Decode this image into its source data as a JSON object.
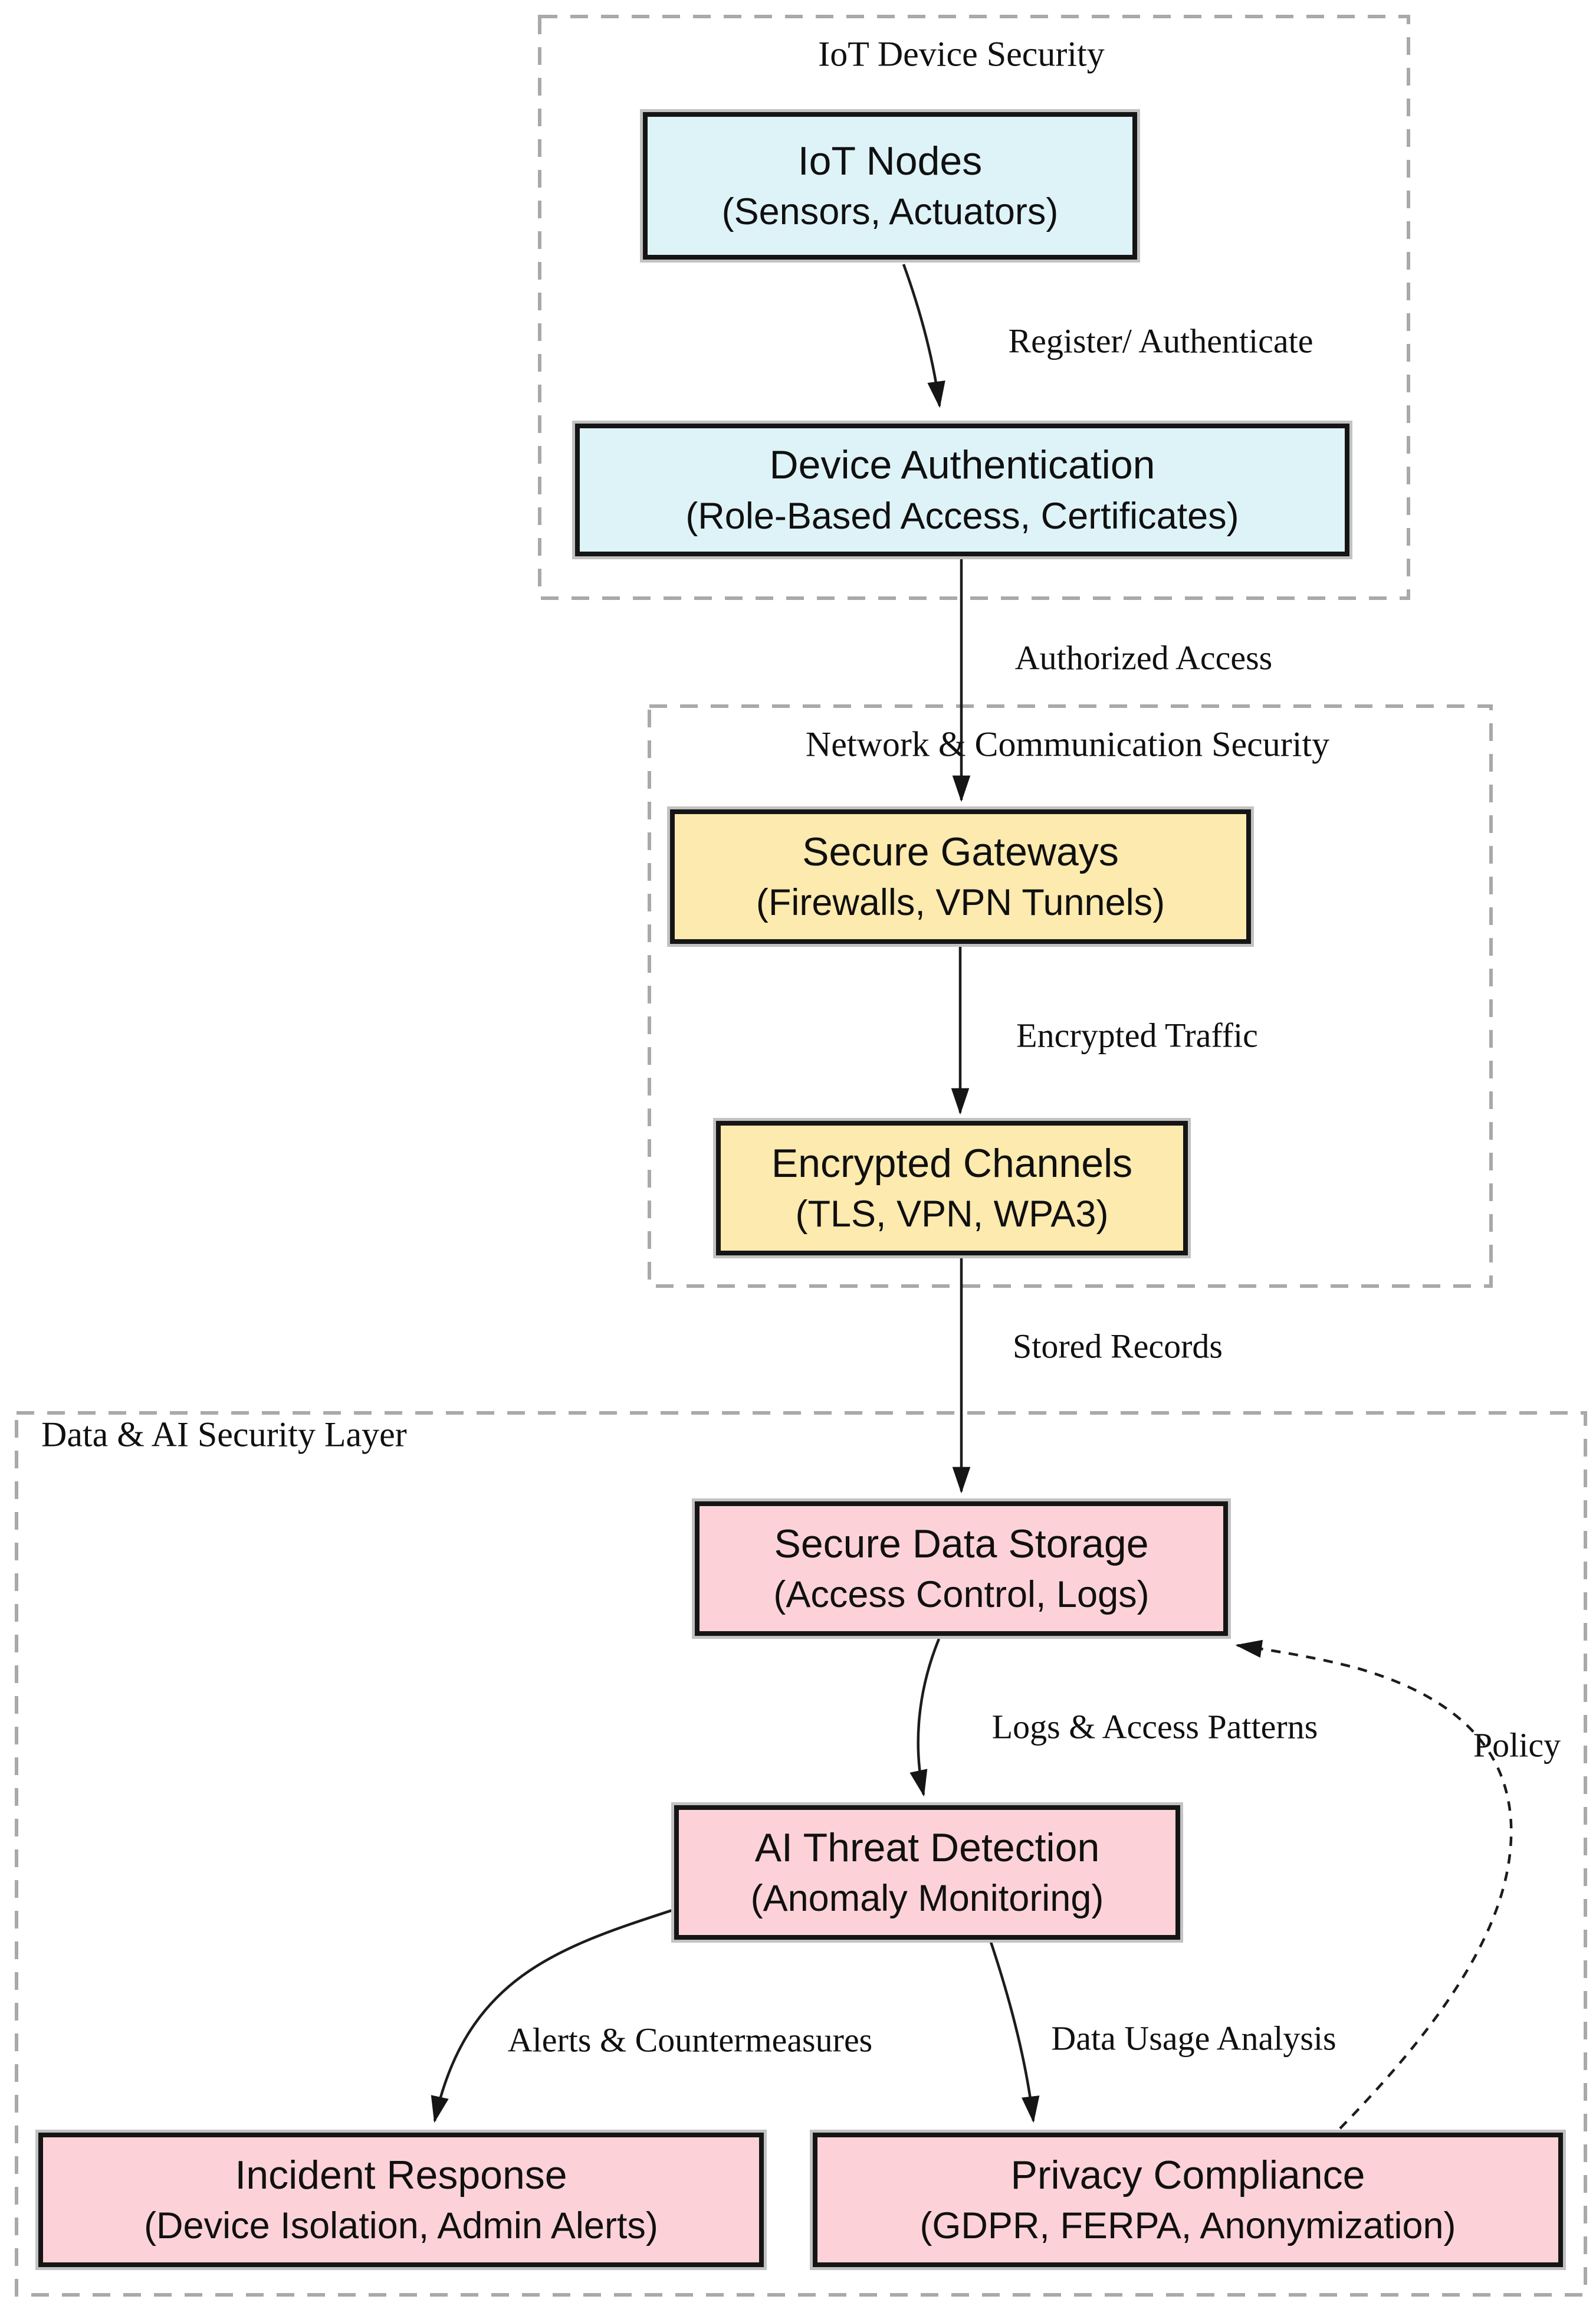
{
  "groups": {
    "iot_device_security": {
      "label": "IoT Device Security"
    },
    "network_comm_security": {
      "label": "Network & Communication Security"
    },
    "data_ai_security": {
      "label": "Data & AI Security Layer"
    }
  },
  "nodes": {
    "iot_nodes": {
      "title": "IoT Nodes",
      "subtitle": "(Sensors, Actuators)",
      "fill": "#def3f8"
    },
    "device_authentication": {
      "title": "Device Authentication",
      "subtitle": "(Role-Based Access, Certificates)",
      "fill": "#def3f8"
    },
    "secure_gateways": {
      "title": "Secure Gateways",
      "subtitle": "(Firewalls, VPN Tunnels)",
      "fill": "#fdeaae"
    },
    "encrypted_channels": {
      "title": "Encrypted Channels",
      "subtitle": "(TLS, VPN, WPA3)",
      "fill": "#fdeaae"
    },
    "secure_data_storage": {
      "title": "Secure Data Storage",
      "subtitle": "(Access Control, Logs)",
      "fill": "#fcd2d8"
    },
    "ai_threat_detection": {
      "title": "AI Threat Detection",
      "subtitle": "(Anomaly Monitoring)",
      "fill": "#fcd2d8"
    },
    "incident_response": {
      "title": "Incident Response",
      "subtitle": "(Device Isolation, Admin Alerts)",
      "fill": "#fcd2d8"
    },
    "privacy_compliance": {
      "title": "Privacy Compliance",
      "subtitle": "(GDPR, FERPA, Anonymization)",
      "fill": "#fcd2d8"
    }
  },
  "edges": {
    "register_authenticate": {
      "label": "Register/ Authenticate"
    },
    "authorized_access": {
      "label": "Authorized Access"
    },
    "encrypted_traffic": {
      "label": "Encrypted Traffic"
    },
    "stored_records": {
      "label": "Stored Records"
    },
    "logs_access_patterns": {
      "label": "Logs & Access Patterns"
    },
    "alerts_countermeasures": {
      "label": "Alerts & Countermeasures"
    },
    "data_usage_analysis": {
      "label": "Data Usage Analysis"
    },
    "policy": {
      "label": "Policy"
    }
  },
  "colors": {
    "node_border": "#151515",
    "node_outline": "#c2c2c2",
    "group_dash": "#a9a9a9",
    "edge_stroke": "#1c1c1c",
    "cyan_fill": "#def3f8",
    "yellow_fill": "#fdeaae",
    "pink_fill": "#fcd2d8",
    "background": "#ffffff"
  }
}
